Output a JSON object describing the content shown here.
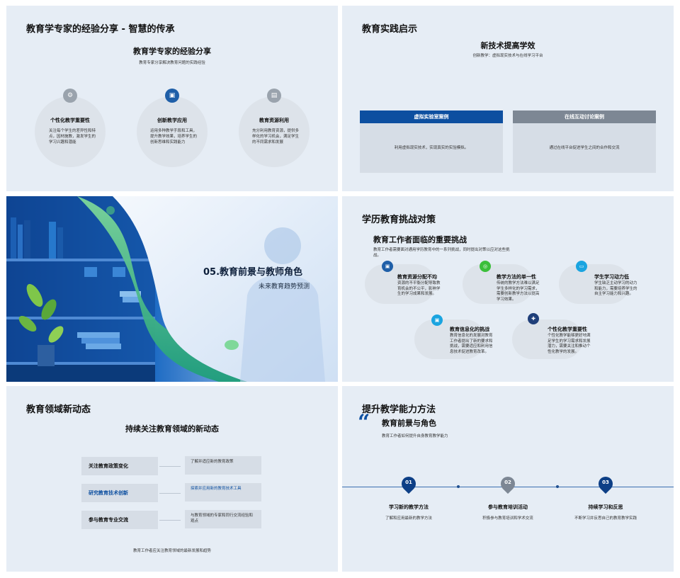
{
  "slide1": {
    "title": "教育学专家的经验分享 - 智慧的传承",
    "subtitle": "教育学专家的经验分享",
    "note": "教育专家分享解决教育问题的实践经验",
    "items": [
      {
        "title": "个性化教学重要性",
        "desc": "关注每个学生的差异性和特点，因材施教，激发学生的学习兴趣和潜能",
        "icon": "gear-icon",
        "color": "#9aa3ad"
      },
      {
        "title": "创新教学应用",
        "desc": "运用多种教学手段和工具，提升教学效果，培养学生的创新思维和实践能力",
        "icon": "image-icon",
        "color": "#1f5fa8"
      },
      {
        "title": "教育资源利用",
        "desc": "充分利用教育资源，提供多样化的学习机会，满足学生的不同需求和发展",
        "icon": "box-icon",
        "color": "#9aa3ad"
      }
    ]
  },
  "slide2": {
    "title": "教育实践启示",
    "subtitle": "新技术提高学效",
    "note": "创新教学：虚拟现实技术与在线学习平台",
    "cards": [
      {
        "title": "虚拟实验室案例",
        "desc": "利用虚拟现实技术，实现真实的实验模拟。",
        "color": "#0d4fa0"
      },
      {
        "title": "在线互动讨论案例",
        "desc": "通过在线平台促进学生之间的合作和交流",
        "color": "#7d8794"
      }
    ]
  },
  "slide3": {
    "title": "05.教育前景与教师角色",
    "subtitle": "未来教育趋势预测"
  },
  "slide4": {
    "title": "学历教育挑战对策",
    "subtitle": "教育工作者面临的重要挑战",
    "note": "教育工作者需要面对通用学历教育中的一系列挑战，同时提出对策以应对这些挑战。",
    "items": [
      {
        "title": "教育资源分配不均",
        "desc": "资源的不平衡分配导致教育机会的不公平，影响学生的学习成果和发展。",
        "color": "#1f5fa8",
        "icon": "image-icon"
      },
      {
        "title": "教学方法的单一性",
        "desc": "传统的教学方法难以满足学生多样化的学习需求，需要创新教学方法以提高学习效果。",
        "color": "#3bbf3b",
        "icon": "target-icon"
      },
      {
        "title": "学生学习动力低",
        "desc": "学生缺乏主动学习的动力和能力，需要培养学生的自主学习能力和兴趣。",
        "color": "#1aa4e0",
        "icon": "monitor-icon"
      },
      {
        "title": "教育信息化的挑战",
        "desc": "教育信息化的发展对教育工作者提出了新的要求和挑战，需要适应和利用信息技术促进教育改革。",
        "color": "#1aa4e0",
        "icon": "image-icon"
      },
      {
        "title": "个性化教学重要性",
        "desc": "个性化教学能够更好地满足学生的学习需求和发展潜力，需要关注和推动个性化教学的发展。",
        "color": "#1f3f7a",
        "icon": "plus-icon"
      }
    ]
  },
  "slide5": {
    "title": "教育领域新动态",
    "subtitle": "持续关注教育领域的新动态",
    "rows": [
      {
        "label": "关注教育政策变化",
        "desc": "了解并适应新的教育政策",
        "highlight": false
      },
      {
        "label": "研究教育技术创新",
        "desc": "探索并应用新的教育技术工具",
        "highlight": true
      },
      {
        "label": "参与教育专业交流",
        "desc": "与教育领域的专家和同行交流经验和观点",
        "highlight": false
      }
    ],
    "footer": "教育工作者应关注教育领域的最新发展和趋势"
  },
  "slide6": {
    "title": "提升教学能力方法",
    "quote_mark": "“",
    "subtitle": "教育前景与角色",
    "note": "教育工作者如何提升自身教育教学能力",
    "steps": [
      {
        "num": "01",
        "title": "学习新的教学方法",
        "desc": "了解和应用最新的教学方法",
        "color": "#0d3f86"
      },
      {
        "num": "02",
        "title": "参与教育培训活动",
        "desc": "积极参与教育培训和学术交流",
        "color": "#7d8794"
      },
      {
        "num": "03",
        "title": "持续学习和反思",
        "desc": "不断学习并反思自己的教育教学实践",
        "color": "#0d3f86"
      }
    ]
  }
}
